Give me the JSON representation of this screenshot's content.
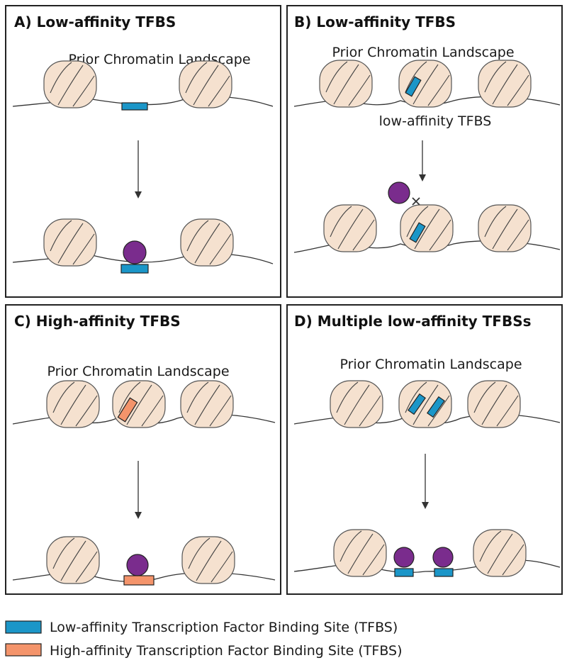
{
  "colors": {
    "low_affinity_site": "#1b96c8",
    "high_affinity_site": "#f4946b",
    "transcription_factor": "#7a2c8d",
    "nucleosome": "#f5e1cf"
  },
  "panels": {
    "a": {
      "title": "A) Low-affinity TFBS",
      "landscape_label": "Prior Chromatin Landscape"
    },
    "b": {
      "title": "B) Low-affinity TFBS",
      "landscape_label": "Prior Chromatin Landscape",
      "site_label": "low-affinity TFBS"
    },
    "c": {
      "title": "C) High-affinity TFBS",
      "landscape_label": "Prior Chromatin Landscape"
    },
    "d": {
      "title": "D) Multiple low-affinity TFBSs",
      "landscape_label": "Prior Chromatin Landscape"
    }
  },
  "legend": {
    "low": "Low-affinity Transcription Factor Binding Site (TFBS)",
    "high": "High-affinity Transcription Factor Binding Site (TFBS)"
  }
}
